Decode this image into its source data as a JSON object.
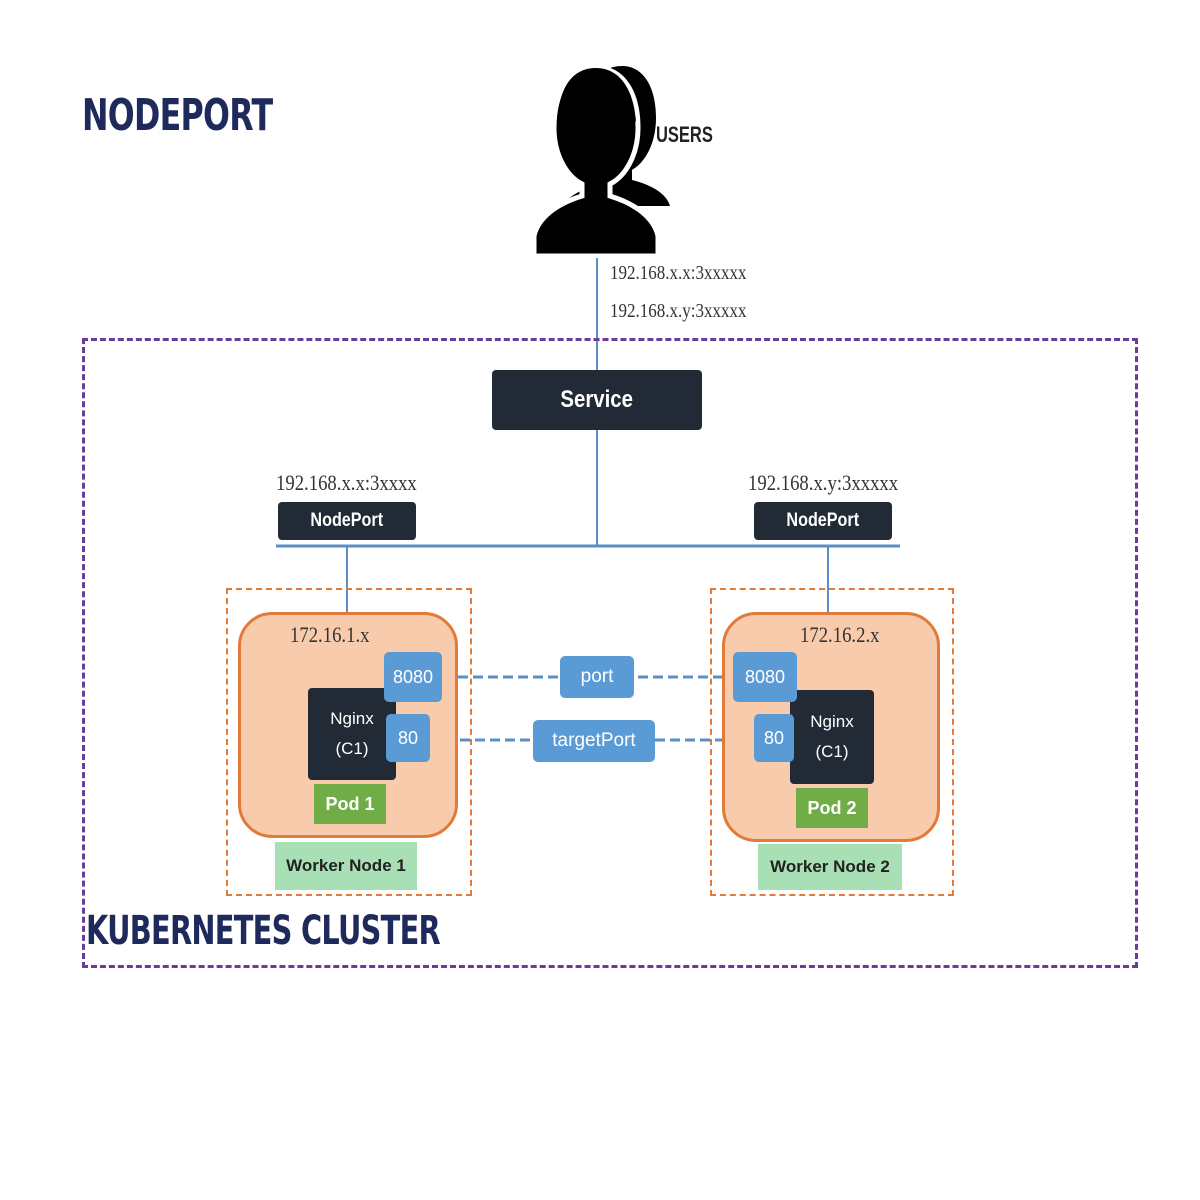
{
  "title": "NODEPORT",
  "users": {
    "label": "USERS"
  },
  "user_ips": [
    "192.168.x.x:3xxxxx",
    "192.168.x.y:3xxxxx"
  ],
  "service": {
    "label": "Service"
  },
  "nodeports": [
    {
      "ip": "192.168.x.x:3xxxx",
      "label": "NodePort"
    },
    {
      "ip": "192.168.x.y:3xxxxx",
      "label": "NodePort"
    }
  ],
  "nodes": [
    {
      "subnet": "172.16.1.x",
      "port": "8080",
      "target_port": "80",
      "container": "Nginx",
      "container_id": "(C1)",
      "pod": "Pod 1",
      "worker": "Worker Node 1"
    },
    {
      "subnet": "172.16.2.x",
      "port": "8080",
      "target_port": "80",
      "container": "Nginx",
      "container_id": "(C1)",
      "pod": "Pod 2",
      "worker": "Worker Node 2"
    }
  ],
  "links": {
    "port": "port",
    "target_port": "targetPort"
  },
  "cluster": {
    "label": "KUBERNETES CLUSTER"
  },
  "colors": {
    "title": "#1f2a5c",
    "dark_box": "#222a35",
    "port_box": "#5b9bd5",
    "pod_bg": "#f8cbad",
    "pod_border": "#e07b39",
    "pod_label": "#70ad47",
    "worker": "#a9dfb4",
    "cluster_border": "#6a3d9a",
    "line": "#5b8fc7"
  },
  "icons": {
    "users": "users-icon"
  }
}
